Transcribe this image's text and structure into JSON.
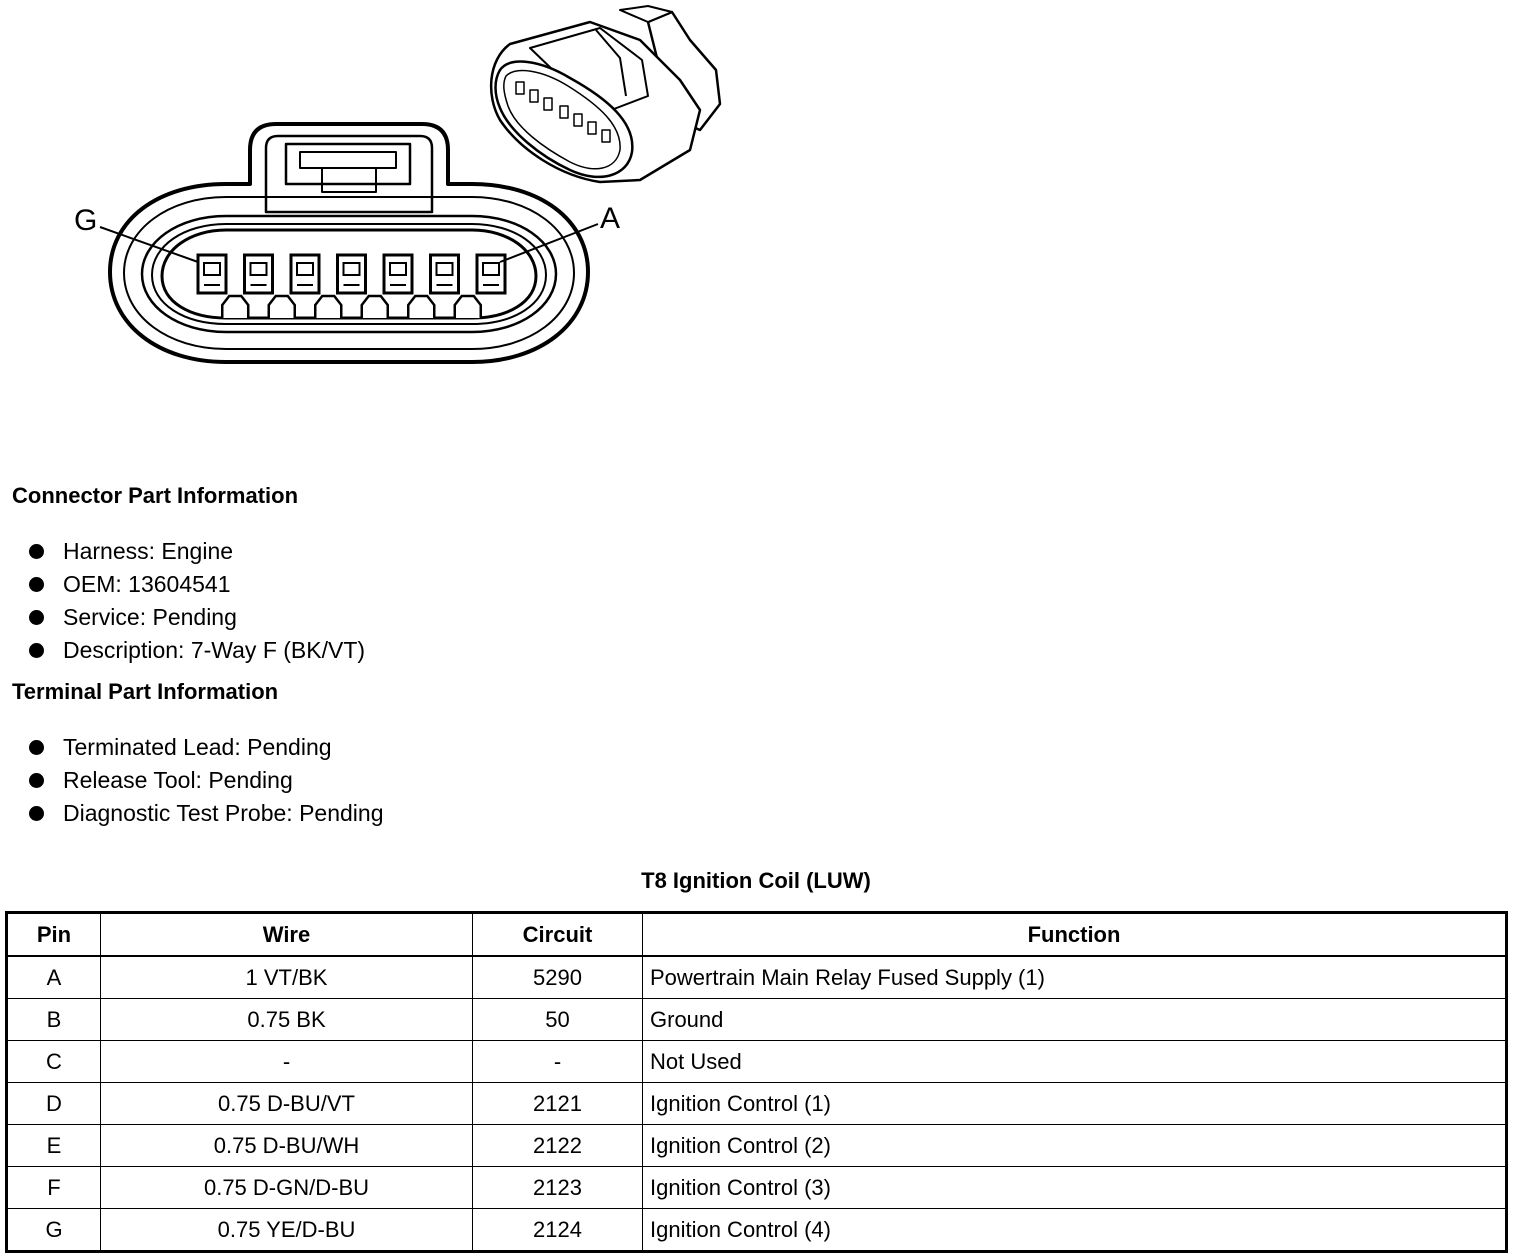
{
  "diagram": {
    "label_left": "G",
    "label_right": "A",
    "pin_count": 7
  },
  "connector_section": {
    "title": "Connector Part Information",
    "items": [
      "Harness: Engine",
      "OEM: 13604541",
      "Service: Pending",
      "Description: 7-Way F (BK/VT)"
    ]
  },
  "terminal_section": {
    "title": "Terminal Part Information",
    "items": [
      "Terminated Lead: Pending",
      "Release Tool: Pending",
      "Diagnostic Test Probe: Pending"
    ]
  },
  "table": {
    "title": "T8 Ignition Coil (LUW)",
    "headers": {
      "pin": "Pin",
      "wire": "Wire",
      "circuit": "Circuit",
      "function": "Function"
    },
    "rows": [
      {
        "pin": "A",
        "wire": "1 VT/BK",
        "circuit": "5290",
        "function": "Powertrain Main Relay Fused Supply (1)"
      },
      {
        "pin": "B",
        "wire": "0.75 BK",
        "circuit": "50",
        "function": "Ground"
      },
      {
        "pin": "C",
        "wire": "-",
        "circuit": "-",
        "function": "Not Used"
      },
      {
        "pin": "D",
        "wire": "0.75 D-BU/VT",
        "circuit": "2121",
        "function": "Ignition Control (1)"
      },
      {
        "pin": "E",
        "wire": "0.75 D-BU/WH",
        "circuit": "2122",
        "function": "Ignition Control (2)"
      },
      {
        "pin": "F",
        "wire": "0.75 D-GN/D-BU",
        "circuit": "2123",
        "function": "Ignition Control (3)"
      },
      {
        "pin": "G",
        "wire": "0.75 YE/D-BU",
        "circuit": "2124",
        "function": "Ignition Control (4)"
      }
    ]
  }
}
